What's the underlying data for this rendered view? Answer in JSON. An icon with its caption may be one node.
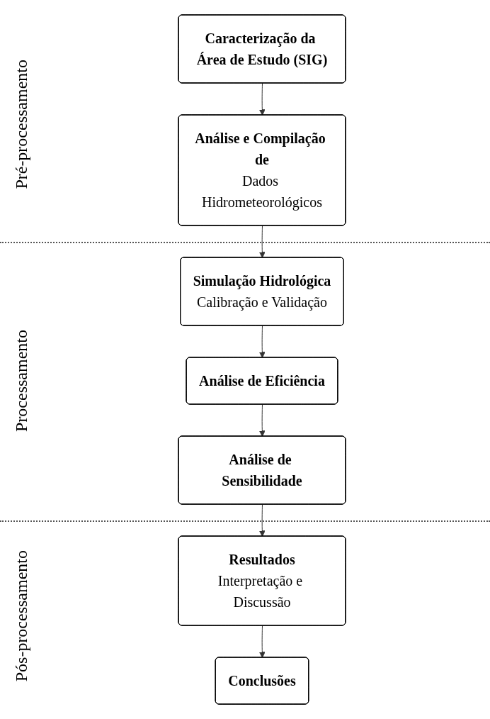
{
  "diagram": {
    "nodes": [
      {
        "text": [
          "Caracterização da Área de Estudo (SIG)"
        ]
      },
      {
        "text": [
          "Análise e Compilação de",
          "Dados Hidrometeorológicos"
        ]
      },
      {
        "text": [
          "Simulação Hidrológica",
          "Calibração e Validação"
        ]
      },
      {
        "text": [
          "Análise de Eficiência"
        ]
      },
      {
        "text": [
          "Análise de Sensibilidade"
        ]
      },
      {
        "text": [
          "Resultados",
          "Interpretação e Discussão"
        ]
      },
      {
        "text": [
          "Conclusões"
        ]
      }
    ],
    "edges": [
      {
        "from": 0,
        "to": 1,
        "arrow": "to"
      },
      {
        "from": 1,
        "to": 2,
        "arrow": "to"
      },
      {
        "from": 2,
        "to": 3,
        "arrow": "to"
      },
      {
        "from": 3,
        "to": 4,
        "arrow": "to"
      },
      {
        "from": 4,
        "to": 5,
        "arrow": "to"
      },
      {
        "from": 5,
        "to": 6,
        "arrow": "to"
      }
    ],
    "labels": [
      "Pré-processamento",
      "Processamento",
      "Pós-processamento"
    ]
  }
}
